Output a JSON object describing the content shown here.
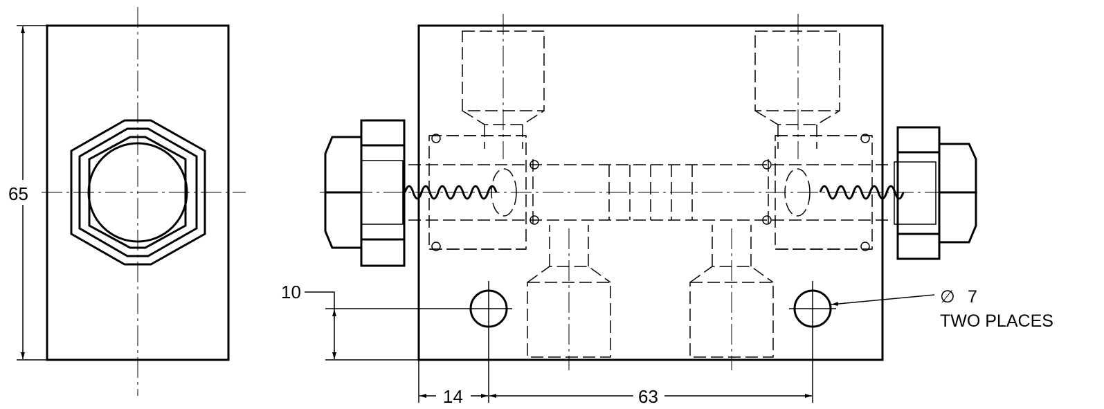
{
  "dimensions": {
    "height": "65",
    "hole_offset_vertical": "10",
    "hole_offset_horizontal": "14",
    "hole_spacing": "63"
  },
  "note": {
    "diameter_symbol": "∅",
    "diameter_value": "7",
    "qualifier": "TWO PLACES"
  }
}
